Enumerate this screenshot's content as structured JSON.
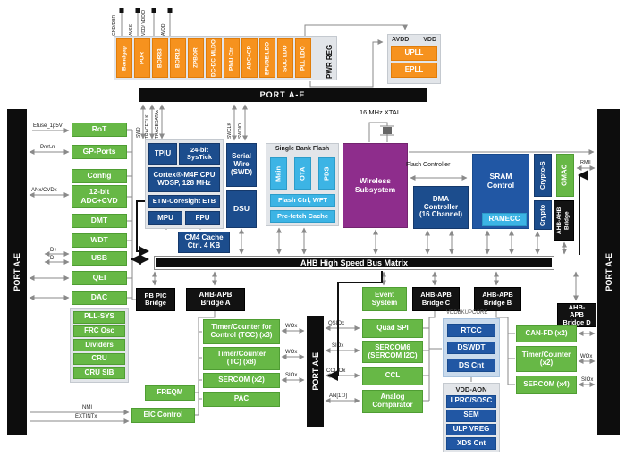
{
  "palette": {
    "green": "#67b846",
    "dark_blue": "#1c4d8d",
    "light_blue": "#3cb4e5",
    "orange": "#f6921e",
    "purple": "#8e2d8c",
    "black": "#121212",
    "container_gray": "#e2e5e9",
    "backup_blue": "#c9daec"
  },
  "ports": {
    "top": "PORT A-E",
    "left": "PORT A-E",
    "right": "PORT A-E",
    "middle": "PORT A-E"
  },
  "power": {
    "pins": [
      "GND/DBR",
      "AVSS",
      "VDD/ VDDIO",
      "AVDD"
    ],
    "blocks": [
      "Bandgap",
      "POR",
      "BOR33",
      "BOR12",
      "ZPBOR",
      "DC-DC MLDO",
      "PMU Ctrl",
      "ADC+CP",
      "EFUSE LDO",
      "SOC LDO",
      "PLL LDO"
    ],
    "pwr_reg": "PWR REG",
    "pll_header_left": "AVDD",
    "pll_header_right": "VDD",
    "plls": [
      "UPLL",
      "EPLL"
    ]
  },
  "left_column": [
    "RoT",
    "GP-Ports",
    "Config",
    "12-bit ADC+CVD",
    "DMT",
    "WDT",
    "USB",
    "QEI",
    "DAC"
  ],
  "clock_group": [
    "PLL-SYS",
    "FRC Osc",
    "Dividers",
    "CRU",
    "CRU SIB"
  ],
  "cpu": {
    "tpiu": "TPIU",
    "systick": "24-bit SysTick",
    "core": "Cortex®-M4F CPU WDSP, 128 MHz",
    "etb": "ETM-Coresight ETB",
    "mpu": "MPU",
    "fpu": "FPU",
    "serial_wire": "Serial Wire (SWD)",
    "dsu": "DSU",
    "cache": "CM4 Cache Ctrl. 4 KB"
  },
  "flash": {
    "title": "Single Bank Flash",
    "banks": [
      "Main",
      "OTA",
      "PDS"
    ],
    "ctrl": "Flash Ctrl, WFT",
    "prefetch": "Pre-fetch Cache"
  },
  "wireless": {
    "label": "Wireless Subsystem",
    "xtal": "16 MHz XTAL"
  },
  "memory": {
    "flash_controller": "Flash Controller",
    "dma": "DMA Controller (16 Channel)",
    "sram": "SRAM Control",
    "ramecc": "RAMECC",
    "crypto_s": "Crypto-S",
    "crypto": "Crypto",
    "gmac": "GMAC",
    "ahb_ahb_bridge": "AHB-AHB Bridge"
  },
  "bus": {
    "label": "AHB High Speed Bus Matrix"
  },
  "bridges": {
    "pb": "PB PIC Bridge",
    "a": "AHB-APB Bridge A",
    "b": "AHB-APB Bridge B",
    "c": "AHB-APB Bridge C",
    "d": "AHB-APB Bridge D"
  },
  "event_system": "Event System",
  "apb_left": [
    "Timer/Counter for Control (TCC) (x3)",
    "Timer/Counter (TC) (x8)",
    "SERCOM (x2)",
    "PAC"
  ],
  "freqm": "FREQM",
  "eic": "EIC Control",
  "apb_mid": [
    "Quad SPI",
    "SERCOM6 (SERCOM I2C)",
    "CCL",
    "Analog Comparator"
  ],
  "backup": {
    "label": "VDDBKUPCORE",
    "items": [
      "RTCC",
      "DSWDT",
      "DS Cnt"
    ]
  },
  "aon": {
    "label": "VDD-AON",
    "items": [
      "LPRC/SOSC",
      "SEM",
      "ULP VREG",
      "XDS Cnt"
    ]
  },
  "apb_right": [
    "CAN-FD (x2)",
    "Timer/Counter (x2)",
    "SERCOM (x4)"
  ],
  "signals": {
    "efuse": "Efuse_1p5V",
    "port_n": "Port-n",
    "anx": "ANx/CVDx",
    "dplus": "D+",
    "dminus": "D-",
    "nmi": "NMI",
    "extint": "EXTINTx",
    "swd": "SWD",
    "traceclk": "TRACECLK",
    "tracedata": "TRACEDATAx",
    "swclk": "SWCLK",
    "swdio": "SWDIO",
    "wox": "WOx",
    "siox": "SIOx",
    "qsiox": "QSIOx",
    "ccliox": "CCLIOx",
    "an10": "AN[1:0]",
    "rmii": "RMII"
  }
}
